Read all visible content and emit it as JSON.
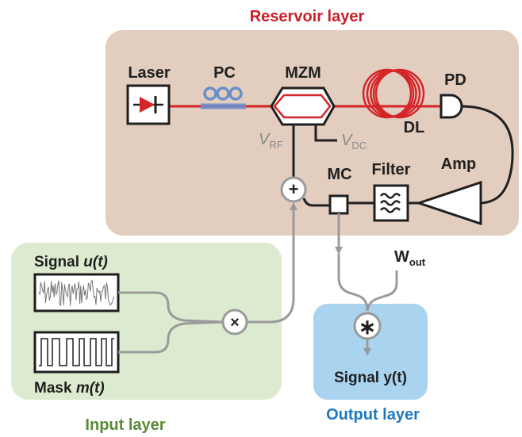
{
  "title": "Reservoir layer",
  "layers": {
    "reservoir": "Reservoir layer",
    "input": "Input layer",
    "output": "Output layer"
  },
  "components": {
    "laser": "Laser",
    "pc": "PC",
    "mzm": "MZM",
    "dl": "DL",
    "pd": "PD",
    "filter": "Filter",
    "amp": "Amp",
    "mc": "MC"
  },
  "voltages": {
    "rf": {
      "main": "V",
      "sub": "RF"
    },
    "dc": {
      "main": "V",
      "sub": "DC"
    }
  },
  "signals": {
    "input_prefix": "Signal ",
    "input_var": "u(t)",
    "mask_prefix": "Mask ",
    "mask_var": "m(t)",
    "weight_main": "W",
    "weight_sub": "out",
    "output": "Signal y(t)"
  },
  "operators": {
    "sum": "+",
    "multiply": "×",
    "convolve": "∗"
  },
  "colors": {
    "reservoir_bg": "#e2cdbf",
    "input_bg": "#dcebcf",
    "output_bg": "#a9d3ef",
    "optical_path": "#d42528",
    "electrical_path": "#1f1f1f",
    "signal_path": "#9a9a9a",
    "pc_loops": "#6a8ec9",
    "reservoir_title": "#c8202a",
    "input_title": "#5a8a35",
    "output_title": "#1e78c0",
    "voltage_text": "#8a8a8a"
  }
}
